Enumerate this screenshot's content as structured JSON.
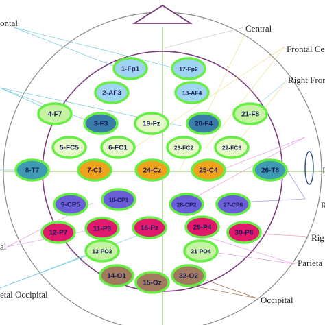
{
  "labels": {
    "frontal": "ontal",
    "central": "Central",
    "frontal_central": "Frontal Ce",
    "right_frontal": "Right Fron",
    "left_far": "al",
    "right_mid_1": "I",
    "right_mid_2": "R",
    "right_far": "Rig",
    "parietal": "Parieta",
    "parietal_occipital": "etal Occipital",
    "occipital": "Occipital"
  },
  "colors": {
    "frontal": "#9fd4f0",
    "frontal_dark": "#3a7ca8",
    "central_light": "#e6f8c8",
    "central_orange": "#f0a21c",
    "lateral_teal": "#3f9ab3",
    "blue_purple": "#6a5fd8",
    "magenta": "#e2186c",
    "light_green": "#c6f2a4",
    "brown": "#a27b5f",
    "ring": "#66ee44",
    "head_outline": "#8a8a8a",
    "inner_circle": "#7a3a7a"
  },
  "electrodes": [
    {
      "id": "1-Fp1",
      "color": "frontal"
    },
    {
      "id": "17-Fp2",
      "color": "frontal"
    },
    {
      "id": "2-AF3",
      "color": "frontal"
    },
    {
      "id": "18-AF4",
      "color": "frontal"
    },
    {
      "id": "4-F7",
      "color": "light_green"
    },
    {
      "id": "3-F3",
      "color": "frontal_dark"
    },
    {
      "id": "19-Fz",
      "color": "central_light"
    },
    {
      "id": "20-F4",
      "color": "frontal_dark"
    },
    {
      "id": "21-F8",
      "color": "light_green"
    },
    {
      "id": "5-FC5",
      "color": "central_light"
    },
    {
      "id": "6-FC1",
      "color": "central_light"
    },
    {
      "id": "23-FC2",
      "color": "central_light"
    },
    {
      "id": "22-FC6",
      "color": "central_light"
    },
    {
      "id": "8-T7",
      "color": "lateral_teal"
    },
    {
      "id": "7-C3",
      "color": "central_orange"
    },
    {
      "id": "24-Cz",
      "color": "central_orange"
    },
    {
      "id": "25-C4",
      "color": "central_orange"
    },
    {
      "id": "26-T8",
      "color": "lateral_teal"
    },
    {
      "id": "9-CP5",
      "color": "blue_purple"
    },
    {
      "id": "10-CP1",
      "color": "blue_purple"
    },
    {
      "id": "28-CP2",
      "color": "blue_purple"
    },
    {
      "id": "27-CP6",
      "color": "blue_purple"
    },
    {
      "id": "12-P7",
      "color": "magenta"
    },
    {
      "id": "11-P3",
      "color": "magenta"
    },
    {
      "id": "16-Pz",
      "color": "magenta"
    },
    {
      "id": "29-P4",
      "color": "magenta"
    },
    {
      "id": "30-P8",
      "color": "magenta"
    },
    {
      "id": "13-PO3",
      "color": "light_green"
    },
    {
      "id": "31-PO4",
      "color": "light_green"
    },
    {
      "id": "14-O1",
      "color": "brown"
    },
    {
      "id": "32-O2",
      "color": "brown"
    },
    {
      "id": "15-Oz",
      "color": "brown"
    }
  ]
}
